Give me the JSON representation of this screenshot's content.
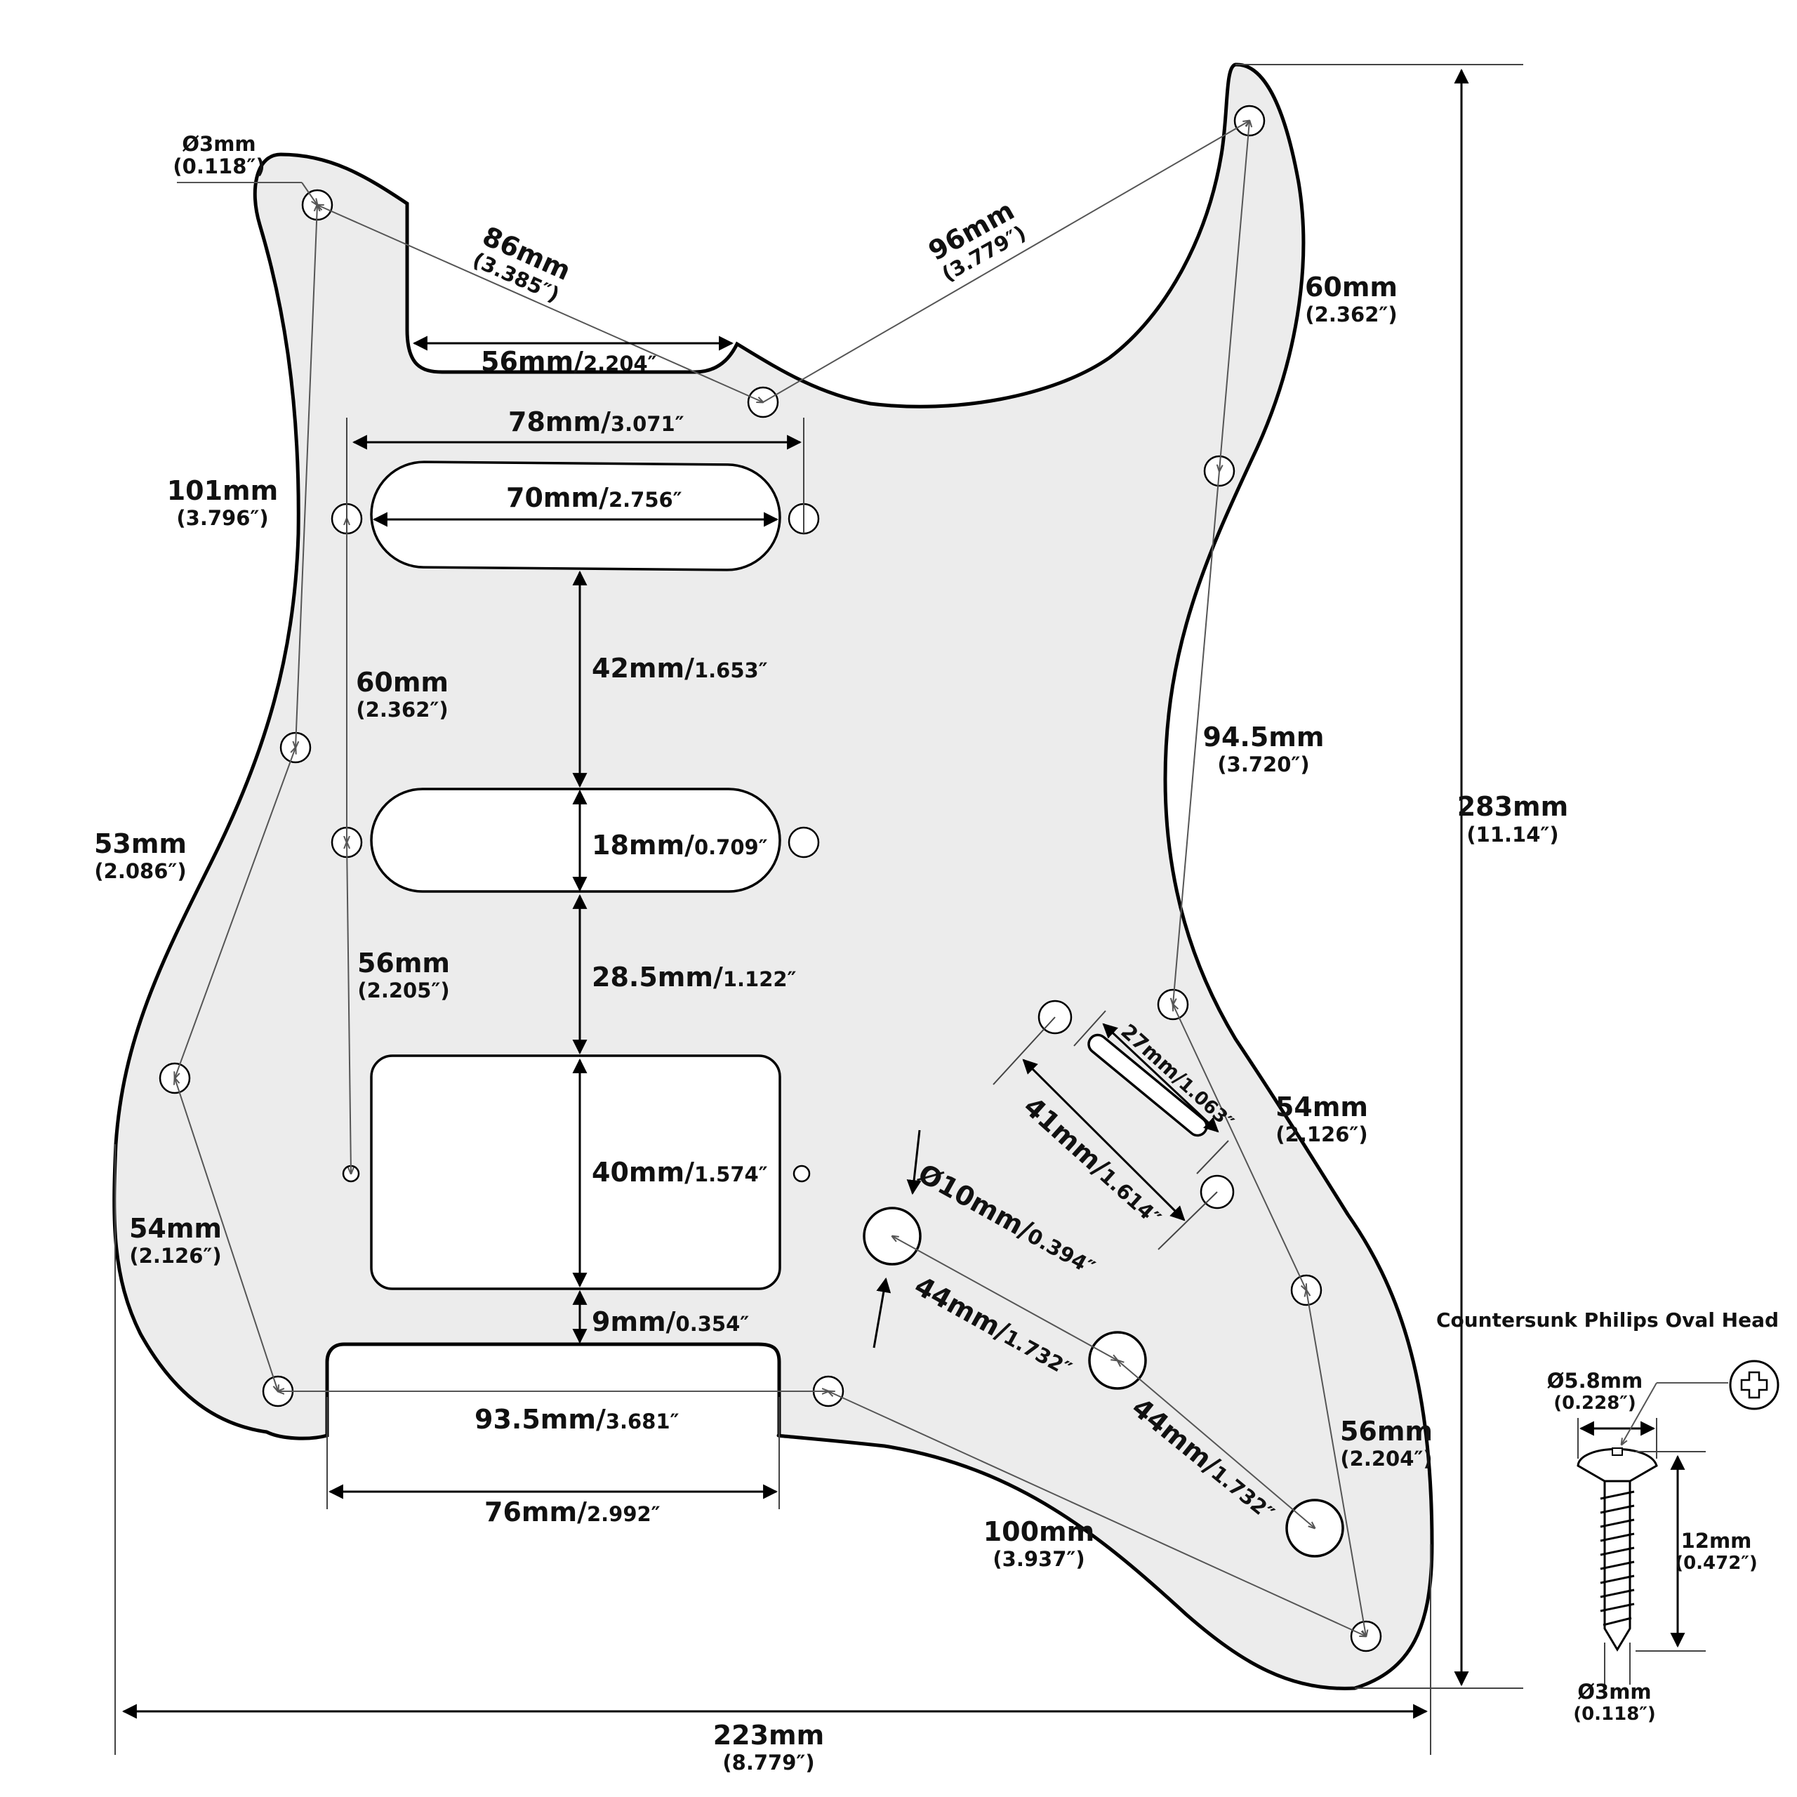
{
  "overall": {
    "width": {
      "mm": "223mm",
      "inch": "(8.779″)"
    },
    "height": {
      "mm": "283mm",
      "inch": "(11.14″)"
    }
  },
  "screw_hole": {
    "mm": "Ø3mm",
    "inch": "(0.118″)"
  },
  "spacings": {
    "s86": {
      "mm": "86mm",
      "inch": "(3.385″)"
    },
    "s96": {
      "mm": "96mm",
      "inch": "(3.779″)"
    },
    "s60_right": {
      "mm": "60mm",
      "inch": "(2.362″)"
    },
    "s101": {
      "mm": "101mm",
      "inch": "(3.796″)"
    },
    "s60_left": {
      "mm": "60mm",
      "inch": "(2.362″)"
    },
    "s94_5": {
      "mm": "94.5mm",
      "inch": "(3.720″)"
    },
    "s53": {
      "mm": "53mm",
      "inch": "(2.086″)"
    },
    "s56_left": {
      "mm": "56mm",
      "inch": "(2.205″)"
    },
    "s54_right": {
      "mm": "54mm",
      "inch": "(2.126″)"
    },
    "s54_left": {
      "mm": "54mm",
      "inch": "(2.126″)"
    },
    "s56_right": {
      "mm": "56mm",
      "inch": "(2.204″)"
    },
    "s100": {
      "mm": "100mm",
      "inch": "(3.937″)"
    }
  },
  "cutouts": {
    "neck_pocket": {
      "mm": "56mm/",
      "inch": "2.204″"
    },
    "pickup_span": {
      "mm": "78mm/",
      "inch": "3.071″"
    },
    "single_coil_length": {
      "mm": "70mm/",
      "inch": "2.756″"
    },
    "gap_1": {
      "mm": "42mm/",
      "inch": "1.653″"
    },
    "coil_width": {
      "mm": "18mm/",
      "inch": "0.709″"
    },
    "gap_2": {
      "mm": "28.5mm/",
      "inch": "1.122″"
    },
    "humbucker_height": {
      "mm": "40mm/",
      "inch": "1.574″"
    },
    "gap_3": {
      "mm": "9mm/",
      "inch": "0.354″"
    },
    "bridge_span": {
      "mm": "93.5mm/",
      "inch": "3.681″"
    },
    "bridge_width": {
      "mm": "76mm/",
      "inch": "2.992″"
    },
    "switch_slot": {
      "mm": "27mm/",
      "inch": "1.063″"
    },
    "switch_span": {
      "mm": "41mm/",
      "inch": "1.614″"
    },
    "control_hole": {
      "mm": "Ø10mm/",
      "inch": "0.394″"
    },
    "knob_spacing_1": {
      "mm": "44mm/",
      "inch": "1.732″"
    },
    "knob_spacing_2": {
      "mm": "44mm/",
      "inch": "1.732″"
    }
  },
  "screw": {
    "title": "Countersunk Philips Oval Head",
    "head_diameter": {
      "mm": "Ø5.8mm",
      "inch": "(0.228″)"
    },
    "length": {
      "mm": "12mm",
      "inch": "(0.472″)"
    },
    "shank_diameter": {
      "mm": "Ø3mm",
      "inch": "(0.118″)"
    }
  }
}
